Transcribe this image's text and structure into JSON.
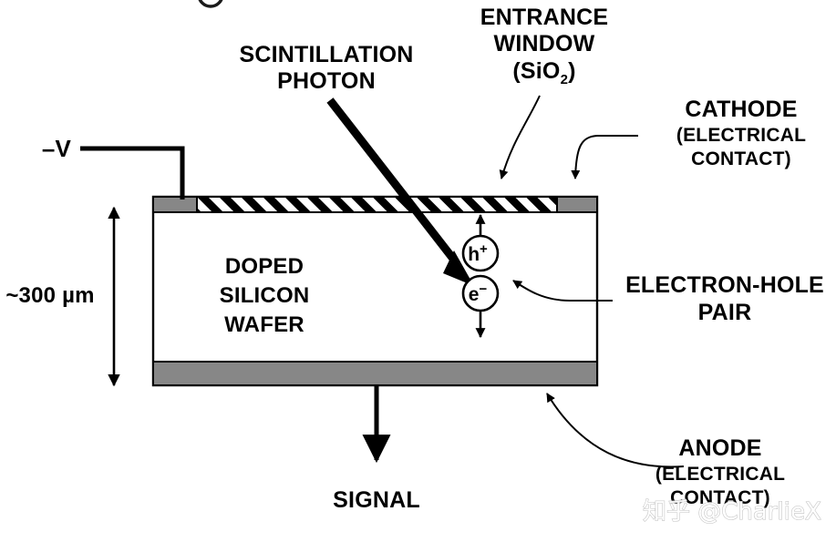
{
  "figure": {
    "title_fragment_top": "",
    "labels": {
      "scintillation_photon": [
        "SCINTILLATION",
        "PHOTON"
      ],
      "entrance_window": [
        "ENTRANCE",
        "WINDOW",
        "(SiO2)"
      ],
      "entrance_window_formula_base": "(SiO",
      "entrance_window_formula_sub": "2",
      "entrance_window_formula_close": ")",
      "cathode": [
        "CATHODE",
        "(ELECTRICAL",
        "CONTACT)"
      ],
      "anode": [
        "ANODE",
        "(ELECTRICAL",
        "CONTACT)"
      ],
      "electron_hole_pair": [
        "ELECTRON-HOLE",
        "PAIR"
      ],
      "doped_silicon_wafer": [
        "DOPED",
        "SILICON",
        "WAFER"
      ],
      "thickness": "~300 µm",
      "bias_voltage": "–V",
      "signal": "SIGNAL",
      "hole_symbol": "h",
      "hole_charge": "+",
      "electron_symbol": "e",
      "electron_charge": "−"
    },
    "colors": {
      "contact_gray": "#878787",
      "outline_black": "#000000",
      "background_white": "#ffffff",
      "watermark_gray": "#bdbdbd"
    },
    "watermark": "知乎 @CharlieX"
  }
}
